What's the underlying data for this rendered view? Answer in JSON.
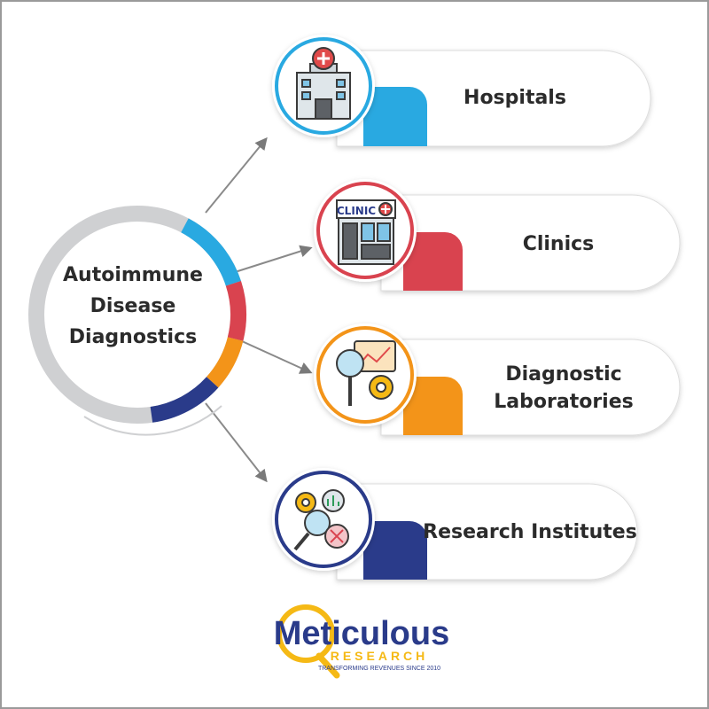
{
  "center": {
    "lines": [
      "Autoimmune",
      "Disease",
      "Diagnostics"
    ]
  },
  "items": [
    {
      "label_lines": [
        "Hospitals"
      ],
      "color": "#29a9e1",
      "icon": "hospital-icon",
      "icon_text": ""
    },
    {
      "label_lines": [
        "Clinics"
      ],
      "color": "#d9434f",
      "icon": "clinic-icon",
      "icon_text": "CLINIC"
    },
    {
      "label_lines": [
        "Diagnostic",
        "Laboratories"
      ],
      "color": "#f39419",
      "icon": "lab-analysis-icon",
      "icon_text": ""
    },
    {
      "label_lines": [
        "Research Institutes"
      ],
      "color": "#2a3b8a",
      "icon": "research-icon",
      "icon_text": ""
    }
  ],
  "logo": {
    "name": "Meticulous",
    "sub": "RESEARCH",
    "tagline": "TRANSFORMING REVENUES SINCE 2010",
    "brand_color": "#2a3b8a",
    "accent_color": "#f5b915"
  },
  "colors": {
    "ring_gray": "#cfd0d2",
    "text": "#2b2b2b"
  }
}
